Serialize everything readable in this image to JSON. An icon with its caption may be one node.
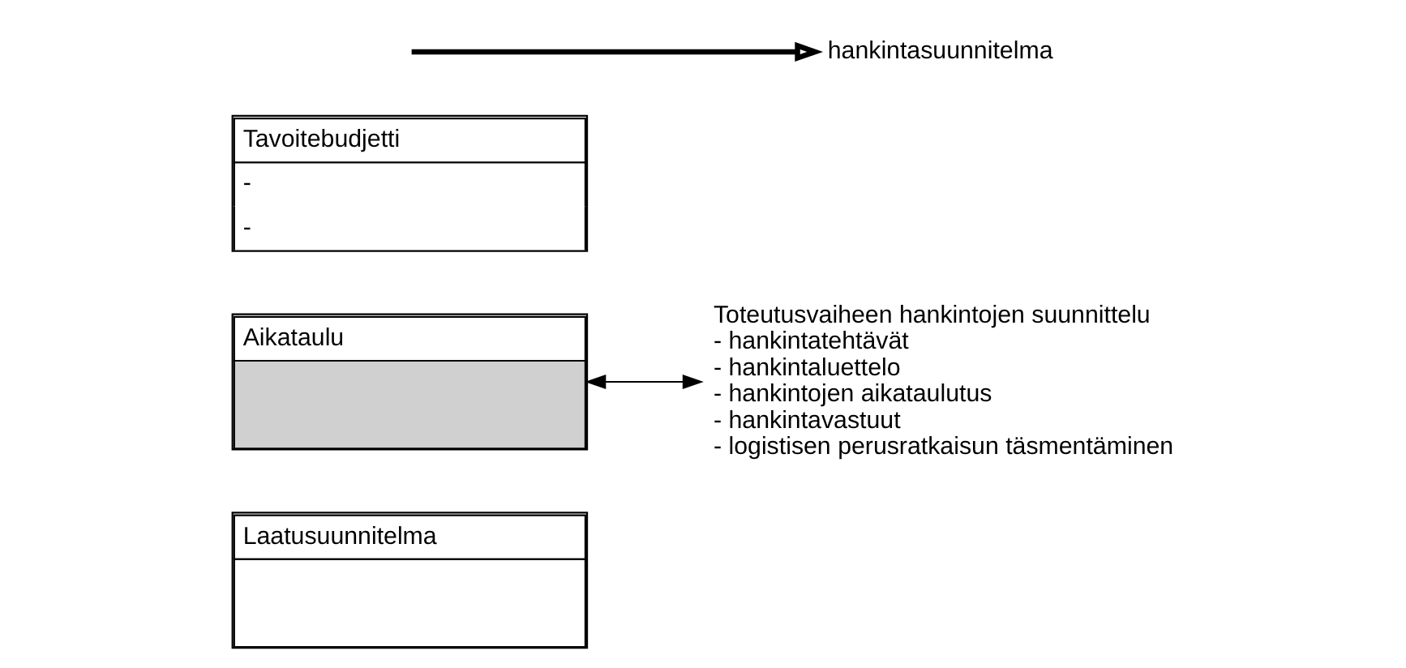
{
  "diagram": {
    "nodes": [
      {
        "text": [
          "Tavoitebudjetti",
          "-",
          "-"
        ]
      },
      {
        "text": [
          "Aikataulu"
        ]
      },
      {
        "text": [
          "Laatusuunnitelma"
        ]
      },
      {
        "text": [
          "Toteutusvaiheen hankintojen suunnittelu",
          "- hankintatehtävät",
          "- hankintaluettelo",
          "- hankintojen aikataulutus",
          "- hankintavastuut",
          "- logistisen perusratkaisun täsmentäminen"
        ]
      },
      {
        "text": [
          "hankintasuunnitelma"
        ]
      }
    ],
    "edges": [
      {
        "from": 1,
        "to": 3,
        "arrow": "both"
      },
      {
        "from": null,
        "to": 4,
        "arrow": "to",
        "style": "thick"
      }
    ]
  }
}
